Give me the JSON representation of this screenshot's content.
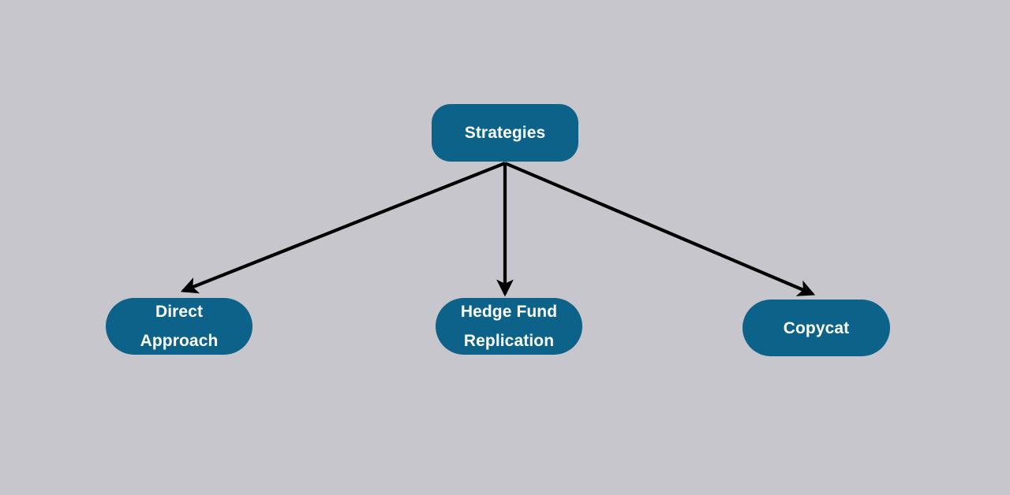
{
  "diagram": {
    "title": "Strategies",
    "background_color": "#c6c6cc",
    "node_color": "#0c6288",
    "node_text_color": "#ffffff",
    "edge_color": "#000000",
    "nodes": [
      {
        "id": "strategies",
        "label": "Strategies",
        "level": "root"
      },
      {
        "id": "direct-approach",
        "label": "Direct\nApproach",
        "level": "child"
      },
      {
        "id": "hedge-fund-replication",
        "label": "Hedge Fund\nReplication",
        "level": "child"
      },
      {
        "id": "copycat",
        "label": "Copycat",
        "level": "child"
      }
    ],
    "edges": [
      {
        "from": "strategies",
        "to": "direct-approach",
        "arrow": "end"
      },
      {
        "from": "strategies",
        "to": "hedge-fund-replication",
        "arrow": "end"
      },
      {
        "from": "strategies",
        "to": "copycat",
        "arrow": "end"
      }
    ]
  }
}
